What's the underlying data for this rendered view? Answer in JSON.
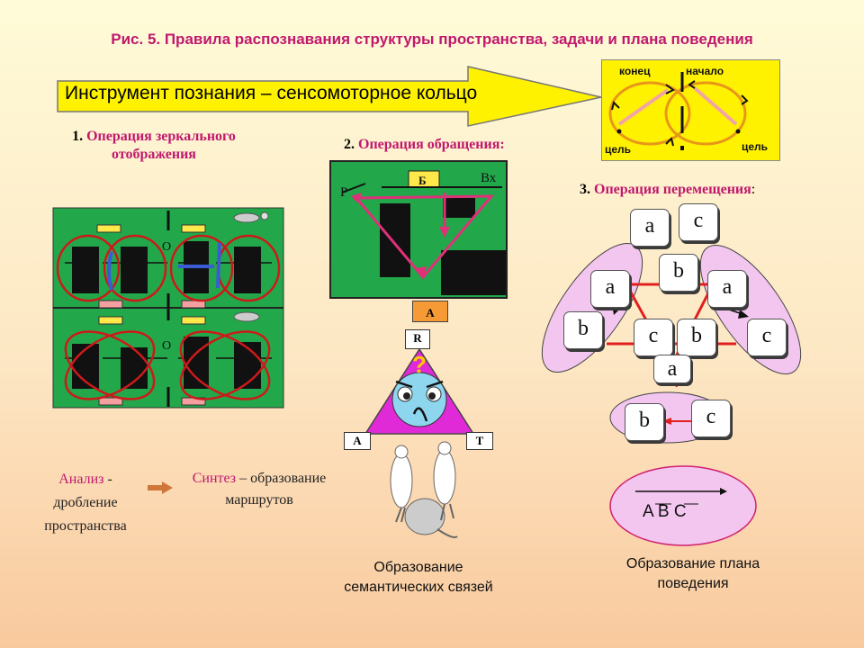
{
  "title": "Рис. 5. Правила распознавания структуры пространства, задачи и плана поведения",
  "instrument": "Инструмент познания – сенсомоторное кольцо",
  "ring": {
    "end": "конец",
    "start": "начало",
    "goal_left": "цель",
    "goal_right": "цель"
  },
  "op1": {
    "num": "1.",
    "line1": "Операция зеркального",
    "line2": "отображения",
    "o_label": "О"
  },
  "op2": {
    "num": "2.",
    "text": "Операция обращения:",
    "p": "Р",
    "b": "Б",
    "vx": "Вх",
    "a": "А"
  },
  "op3": {
    "num": "3.",
    "text": "Операция перемещения",
    "colon": ":"
  },
  "triangle": {
    "r": "R",
    "a": "А",
    "t": "Т",
    "q": "?"
  },
  "cards": {
    "a1": "a",
    "c1": "c",
    "b1": "b",
    "a2": "a",
    "a3": "a",
    "b2": "b",
    "c2": "c",
    "b3": "b",
    "c3": "c",
    "a4": "a",
    "b4": "b",
    "c4": "c"
  },
  "analysis": {
    "analiz": "Анализ",
    "dash1": " -",
    "line2": "дробление",
    "line3": "пространства"
  },
  "synthesis": {
    "sintez": "Синтез",
    "rest": " – образование",
    "line2": "маршрутов"
  },
  "abc": "A B C",
  "caption_semantic": {
    "line1": "Образование",
    "line2": "семантических  связей"
  },
  "caption_plan": {
    "line1": "Образование плана",
    "line2": "поведения"
  },
  "colors": {
    "title": "#c0186e",
    "green": "#22a84a",
    "yellow": "#fff200",
    "pink_oval": "#f2c6ef"
  }
}
